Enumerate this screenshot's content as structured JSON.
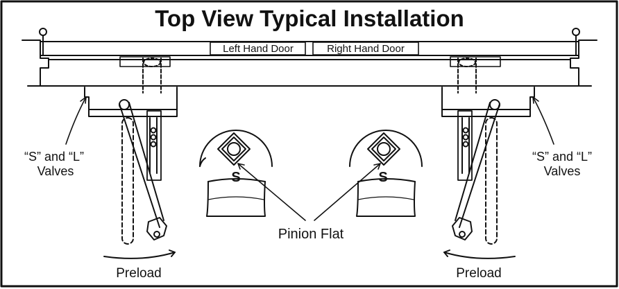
{
  "title": "Top View Typical Installation",
  "labels": {
    "left_hand_door": "Left Hand Door",
    "right_hand_door": "Right Hand Door",
    "valves_left_line1": "“S” and “L”",
    "valves_left_line2": "Valves",
    "valves_right_line1": "“S” and “L”",
    "valves_right_line2": "Valves",
    "pinion_flat": "Pinion Flat",
    "preload_left": "Preload",
    "preload_right": "Preload",
    "s_left": "S",
    "s_right": "S"
  }
}
